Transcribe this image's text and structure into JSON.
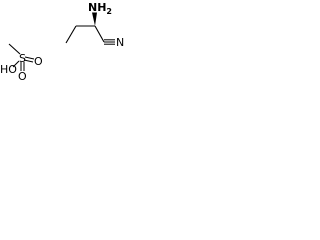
{
  "structure": {
    "amine_group": {
      "label": "NH2",
      "text_main": "NH",
      "text_sub": "2"
    },
    "nitrile_nitrogen": {
      "label": "N"
    },
    "sulfonic_oxygen_1": {
      "label": "O"
    },
    "sulfonic_oxygen_2": {
      "label": "O"
    },
    "sulfur": {
      "label": "S"
    },
    "hydroxyl": {
      "label": "HO"
    }
  },
  "colors": {
    "bond": "#000000",
    "text": "#000000",
    "background": "#ffffff"
  }
}
